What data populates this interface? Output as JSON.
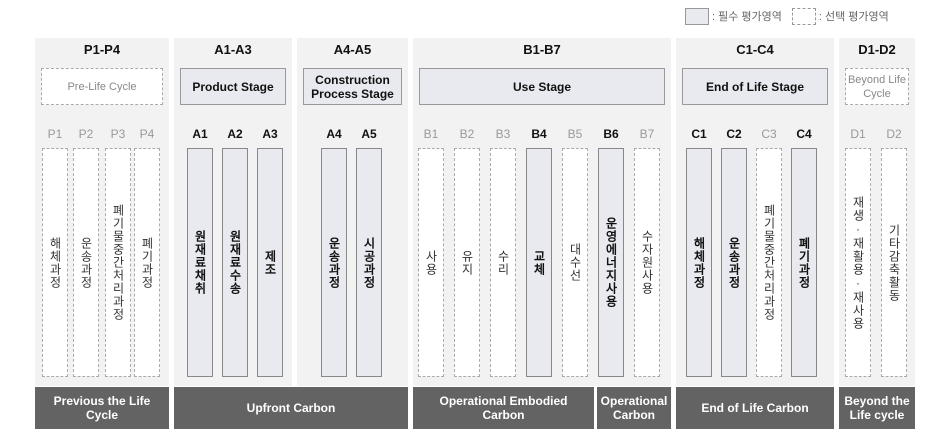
{
  "legend": {
    "required_label": ": 필수 평가영역",
    "optional_label": ": 선택 평가영역"
  },
  "panels": [
    {
      "id": "p",
      "title": "P1-P4",
      "stage": {
        "label": "Pre-Life Cycle",
        "required": false
      },
      "modules": [
        {
          "code": "P1",
          "name": "해체과정",
          "required": false
        },
        {
          "code": "P2",
          "name": "운송과정",
          "required": false
        },
        {
          "code": "P3",
          "name": "폐기물중간처리과정",
          "required": false
        },
        {
          "code": "P4",
          "name": "폐기과정",
          "required": false
        }
      ]
    },
    {
      "id": "a13",
      "title": "A1-A3",
      "stage": {
        "label": "Product Stage",
        "required": true
      },
      "modules": [
        {
          "code": "A1",
          "name": "원재료채취",
          "required": true
        },
        {
          "code": "A2",
          "name": "원재료수송",
          "required": true
        },
        {
          "code": "A3",
          "name": "제조",
          "required": true
        }
      ]
    },
    {
      "id": "a45",
      "title": "A4-A5",
      "stage": {
        "label": "Construction Process Stage",
        "required": true
      },
      "modules": [
        {
          "code": "A4",
          "name": "운송과정",
          "required": true
        },
        {
          "code": "A5",
          "name": "시공과정",
          "required": true
        }
      ]
    },
    {
      "id": "b",
      "title": "B1-B7",
      "stage": {
        "label": "Use Stage",
        "required": true
      },
      "modules": [
        {
          "code": "B1",
          "name": "사용",
          "required": false
        },
        {
          "code": "B2",
          "name": "유지",
          "required": false
        },
        {
          "code": "B3",
          "name": "수리",
          "required": false
        },
        {
          "code": "B4",
          "name": "교체",
          "required": true
        },
        {
          "code": "B5",
          "name": "대수선",
          "required": false
        },
        {
          "code": "B6",
          "name": "운영에너지사용",
          "required": true
        },
        {
          "code": "B7",
          "name": "수자원사용",
          "required": false
        }
      ]
    },
    {
      "id": "c",
      "title": "C1-C4",
      "stage": {
        "label": "End of Life Stage",
        "required": true
      },
      "modules": [
        {
          "code": "C1",
          "name": "해체과정",
          "required": true
        },
        {
          "code": "C2",
          "name": "운송과정",
          "required": true
        },
        {
          "code": "C3",
          "name": "폐기물중간처리과정",
          "required": false
        },
        {
          "code": "C4",
          "name": "폐기과정",
          "required": true
        }
      ]
    },
    {
      "id": "d",
      "title": "D1-D2",
      "stage": {
        "label": "Beyond Life Cycle",
        "required": false
      },
      "modules": [
        {
          "code": "D1",
          "name": "재생·재활용·재사용",
          "required": false
        },
        {
          "code": "D2",
          "name": "기타감축활동",
          "required": false
        }
      ]
    }
  ],
  "bottom_bars": [
    {
      "label": "Previous the Life Cycle"
    },
    {
      "label": "Upfront Carbon"
    },
    {
      "label": "Operational Embodied Carbon"
    },
    {
      "label": "Operational Carbon"
    },
    {
      "label": "End of Life Carbon"
    },
    {
      "label": "Beyond the Life cycle"
    }
  ]
}
